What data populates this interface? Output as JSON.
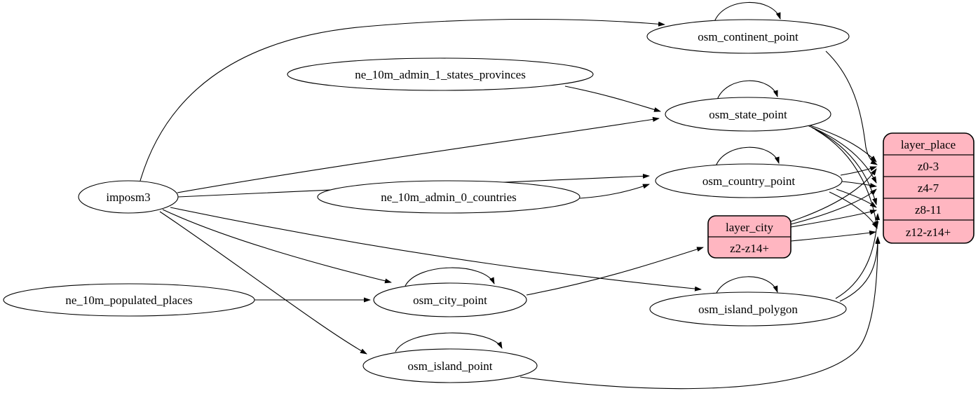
{
  "diagram": {
    "kind": "etl-graph",
    "colors": {
      "background": "#ffffff",
      "ellipse_fill": "#ffffff",
      "record_fill": "#ffb6c1",
      "stroke": "#000000"
    },
    "nodes": {
      "imposm3": {
        "label": "imposm3",
        "shape": "ellipse"
      },
      "ne_10m_admin_1_states_provinces": {
        "label": "ne_10m_admin_1_states_provinces",
        "shape": "ellipse"
      },
      "ne_10m_admin_0_countries": {
        "label": "ne_10m_admin_0_countries",
        "shape": "ellipse"
      },
      "ne_10m_populated_places": {
        "label": "ne_10m_populated_places",
        "shape": "ellipse"
      },
      "osm_continent_point": {
        "label": "osm_continent_point",
        "shape": "ellipse",
        "self_loop": true
      },
      "osm_state_point": {
        "label": "osm_state_point",
        "shape": "ellipse",
        "self_loop": true
      },
      "osm_country_point": {
        "label": "osm_country_point",
        "shape": "ellipse",
        "self_loop": true
      },
      "osm_city_point": {
        "label": "osm_city_point",
        "shape": "ellipse",
        "self_loop": true
      },
      "osm_island_polygon": {
        "label": "osm_island_polygon",
        "shape": "ellipse",
        "self_loop": true
      },
      "osm_island_point": {
        "label": "osm_island_point",
        "shape": "ellipse",
        "self_loop": true
      },
      "layer_city": {
        "title": "layer_city",
        "rows": [
          "z2-z14+"
        ],
        "shape": "record"
      },
      "layer_place": {
        "title": "layer_place",
        "rows": [
          "z0-3",
          "z4-7",
          "z8-11",
          "z12-z14+"
        ],
        "shape": "record"
      }
    },
    "edges": [
      {
        "from": "imposm3",
        "to": "osm_continent_point"
      },
      {
        "from": "imposm3",
        "to": "osm_state_point"
      },
      {
        "from": "imposm3",
        "to": "osm_country_point"
      },
      {
        "from": "imposm3",
        "to": "osm_city_point"
      },
      {
        "from": "imposm3",
        "to": "osm_island_polygon"
      },
      {
        "from": "imposm3",
        "to": "osm_island_point"
      },
      {
        "from": "ne_10m_admin_1_states_provinces",
        "to": "osm_state_point"
      },
      {
        "from": "ne_10m_admin_0_countries",
        "to": "osm_country_point"
      },
      {
        "from": "ne_10m_populated_places",
        "to": "osm_city_point"
      },
      {
        "from": "osm_continent_point",
        "to": "osm_continent_point"
      },
      {
        "from": "osm_state_point",
        "to": "osm_state_point"
      },
      {
        "from": "osm_country_point",
        "to": "osm_country_point"
      },
      {
        "from": "osm_city_point",
        "to": "osm_city_point"
      },
      {
        "from": "osm_island_polygon",
        "to": "osm_island_polygon"
      },
      {
        "from": "osm_island_point",
        "to": "osm_island_point"
      },
      {
        "from": "osm_continent_point",
        "to": "layer_place",
        "row": "z0-3"
      },
      {
        "from": "osm_state_point",
        "to": "layer_place",
        "row": "z0-3"
      },
      {
        "from": "osm_state_point",
        "to": "layer_place",
        "row": "z4-7"
      },
      {
        "from": "osm_state_point",
        "to": "layer_place",
        "row": "z8-11"
      },
      {
        "from": "osm_state_point",
        "to": "layer_place",
        "row": "z12-z14+"
      },
      {
        "from": "osm_country_point",
        "to": "layer_place",
        "row": "z0-3"
      },
      {
        "from": "osm_country_point",
        "to": "layer_place",
        "row": "z4-7"
      },
      {
        "from": "osm_country_point",
        "to": "layer_place",
        "row": "z8-11"
      },
      {
        "from": "osm_country_point",
        "to": "layer_place",
        "row": "z12-z14+"
      },
      {
        "from": "osm_city_point",
        "to": "layer_city",
        "row": "z2-z14+"
      },
      {
        "from": "layer_city",
        "to": "layer_place",
        "row": "z0-3"
      },
      {
        "from": "layer_city",
        "to": "layer_place",
        "row": "z4-7"
      },
      {
        "from": "layer_city",
        "to": "layer_place",
        "row": "z8-11"
      },
      {
        "from": "layer_city",
        "to": "layer_place",
        "row": "z12-z14+"
      },
      {
        "from": "osm_island_polygon",
        "to": "layer_place",
        "row": "z8-11"
      },
      {
        "from": "osm_island_polygon",
        "to": "layer_place",
        "row": "z12-z14+"
      },
      {
        "from": "osm_island_point",
        "to": "layer_place",
        "row": "z12-z14+"
      }
    ]
  }
}
